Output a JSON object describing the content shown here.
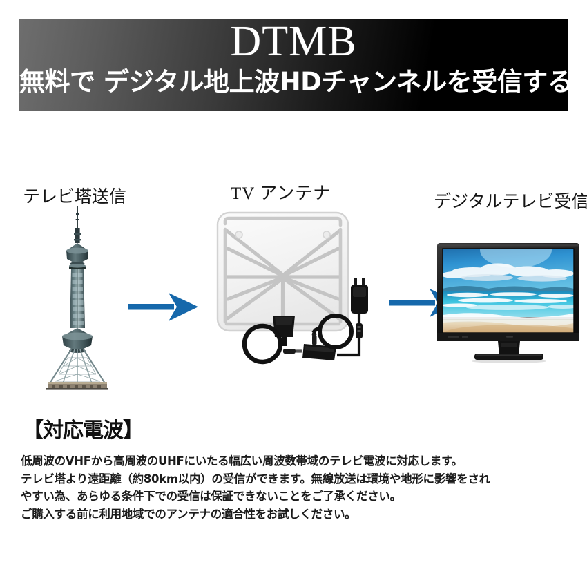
{
  "banner": {
    "title": "DTMB",
    "subtitle": "無料で デジタル地上波HDチャンネルを受信する",
    "bg_gradient_from": "#6e6e6e",
    "bg_gradient_to": "#000000",
    "text_color": "#ffffff"
  },
  "diagram": {
    "labels": {
      "tower": "テレビ塔送信",
      "antenna": "TV アンテナ",
      "tv": "デジタルテレビ受信"
    },
    "arrows": [
      {
        "name": "arrow-tower-to-antenna",
        "color": "#1668ab",
        "direction": "right"
      },
      {
        "name": "arrow-antenna-to-tv",
        "color": "#1668ab",
        "direction": "right"
      }
    ],
    "tower": {
      "icon": "tv-tower-icon",
      "body_color": "#4e6468",
      "lattice_color": "#6f8184",
      "mast_color": "#2c3a3e"
    },
    "antenna": {
      "icon": "flat-panel-antenna-icon",
      "panel_color": "#f2f2f2",
      "trace_color": "#bfbfbf",
      "cable_color": "#1a1a1a",
      "parts": [
        "panel",
        "connector-box",
        "coax-cable-coil",
        "signal-amplifier",
        "usb-power-adapter"
      ]
    },
    "tv": {
      "icon": "flat-screen-tv-icon",
      "bezel_color": "#1b1b1b",
      "screen_scene": "beach",
      "sky_color": "#2e93d9",
      "ocean_color": "#36bcdd",
      "sand_color": "#deb887"
    }
  },
  "info_section": {
    "heading": "【対応電波】",
    "paragraphs": [
      "低周波のVHFから高周波のUHFにいたる幅広い周波数帯域のテレビ電波に対応します。",
      "テレビ塔より遠距離（約80km以内）の受信ができます。無線放送は環境や地形に影響をされ",
      "やすい為、あらゆる条件下での受信は保証できないことをご了承ください。",
      "ご購入する前に利用地域でのアンテナの適合性をお試しください。"
    ],
    "text_color": "#1b1b1b"
  }
}
